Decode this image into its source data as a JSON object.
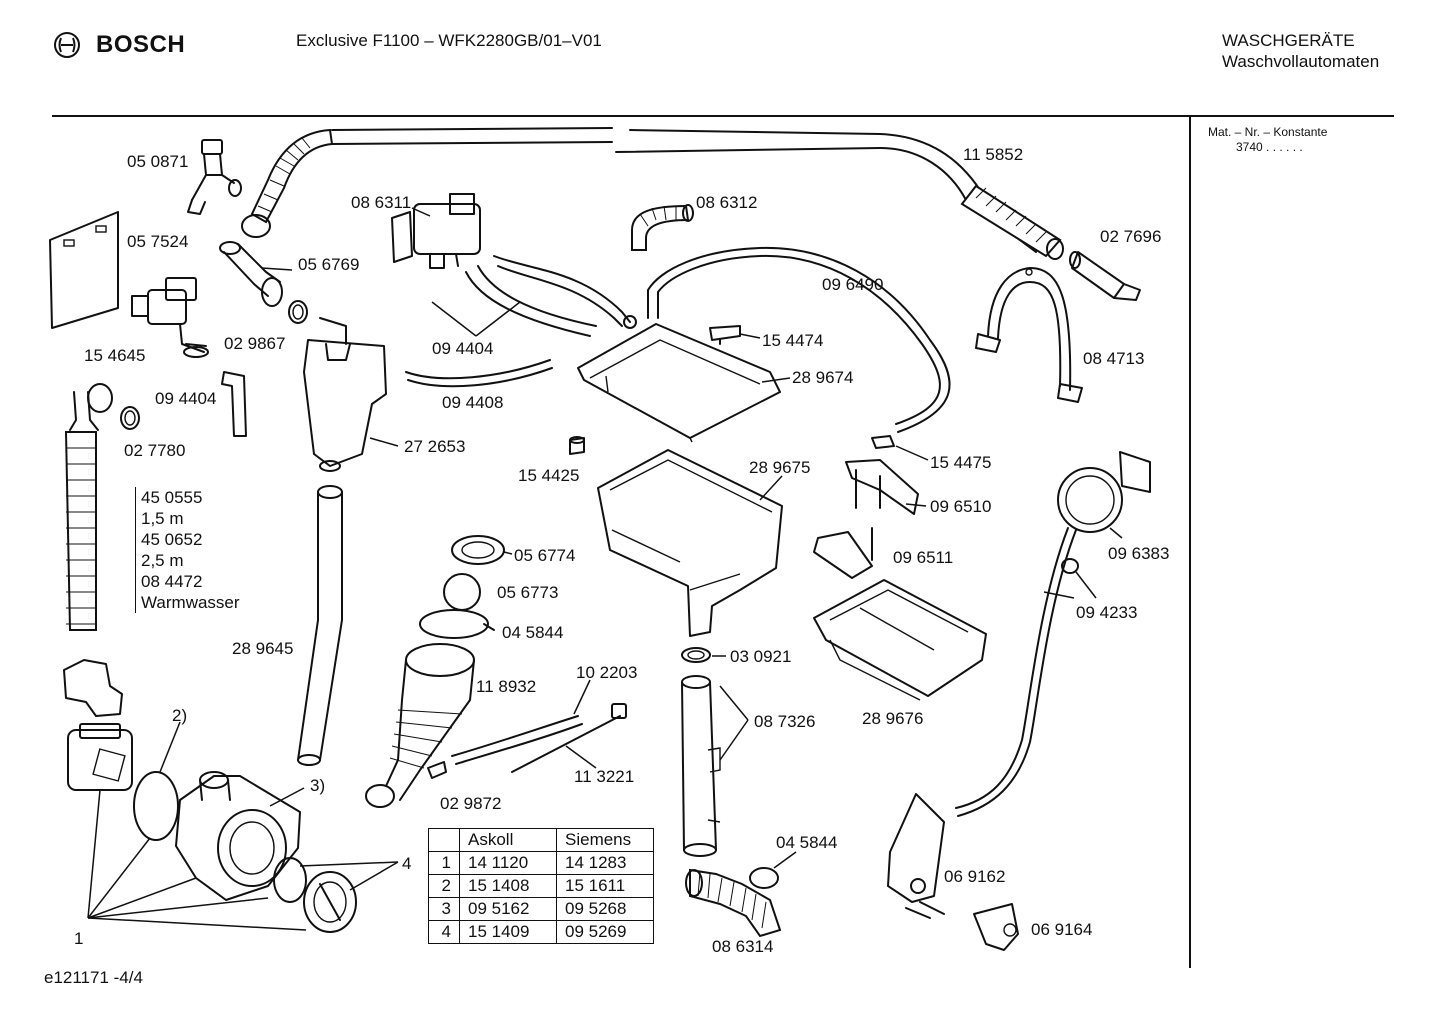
{
  "header": {
    "brand": "BOSCH",
    "model": "Exclusive F1100 – WFK2280GB/01–V01",
    "category_line1": "WASCHGERÄTE",
    "category_line2": "Waschvollautomaten"
  },
  "matnr": {
    "label": "Mat. – Nr. – Konstante",
    "value": "3740  .  .  .  .  .  ."
  },
  "labels": {
    "p050871": "05 0871",
    "p057524": "05 7524",
    "p154645": "15 4645",
    "p029867": "02 9867",
    "p056769": "05 6769",
    "p094404a": "09 4404",
    "p027780": "02 7780",
    "p086311": "08 6311",
    "p094404b": "09 4404",
    "p094408": "09 4408",
    "p272653": "27 2653",
    "p289645": "28 9645",
    "p086312": "08 6312",
    "p096490": "09 6490",
    "p154474": "15 4474",
    "p289674": "28 9674",
    "p154425": "15 4425",
    "p289675": "28 9675",
    "p115852": "11 5852",
    "p027696": "02 7696",
    "p084713": "08 4713",
    "p154475": "15 4475",
    "p096510": "09 6510",
    "p096511": "09 6511",
    "p096383": "09 6383",
    "p094233": "09 4233",
    "p056774": "05 6774",
    "p056773": "05 6773",
    "p045844a": "04 5844",
    "p118932": "11 8932",
    "p102203": "10 2203",
    "p113221": "11 3221",
    "p029872": "02 9872",
    "p030921": "03 0921",
    "p087326": "08 7326",
    "p289676": "28 9676",
    "p045844b": "04 5844",
    "p086314": "08 6314",
    "p069162": "06 9162",
    "p069164": "06 9164",
    "ref2": "2)",
    "ref3": "3)",
    "ref4": "4",
    "ref1": "1"
  },
  "hose_options": [
    "45 0555",
    "1,5 m",
    "45 0652",
    "2,5 m",
    "08 4472",
    "Warmwasser"
  ],
  "cross_table": {
    "headers": [
      "",
      "Askoll",
      "Siemens"
    ],
    "rows": [
      [
        "1",
        "14 1120",
        "14 1283"
      ],
      [
        "2",
        "15 1408",
        "15 1611"
      ],
      [
        "3",
        "09 5162",
        "09 5268"
      ],
      [
        "4",
        "15 1409",
        "09 5269"
      ]
    ]
  },
  "footer": "e121171 -4/4"
}
